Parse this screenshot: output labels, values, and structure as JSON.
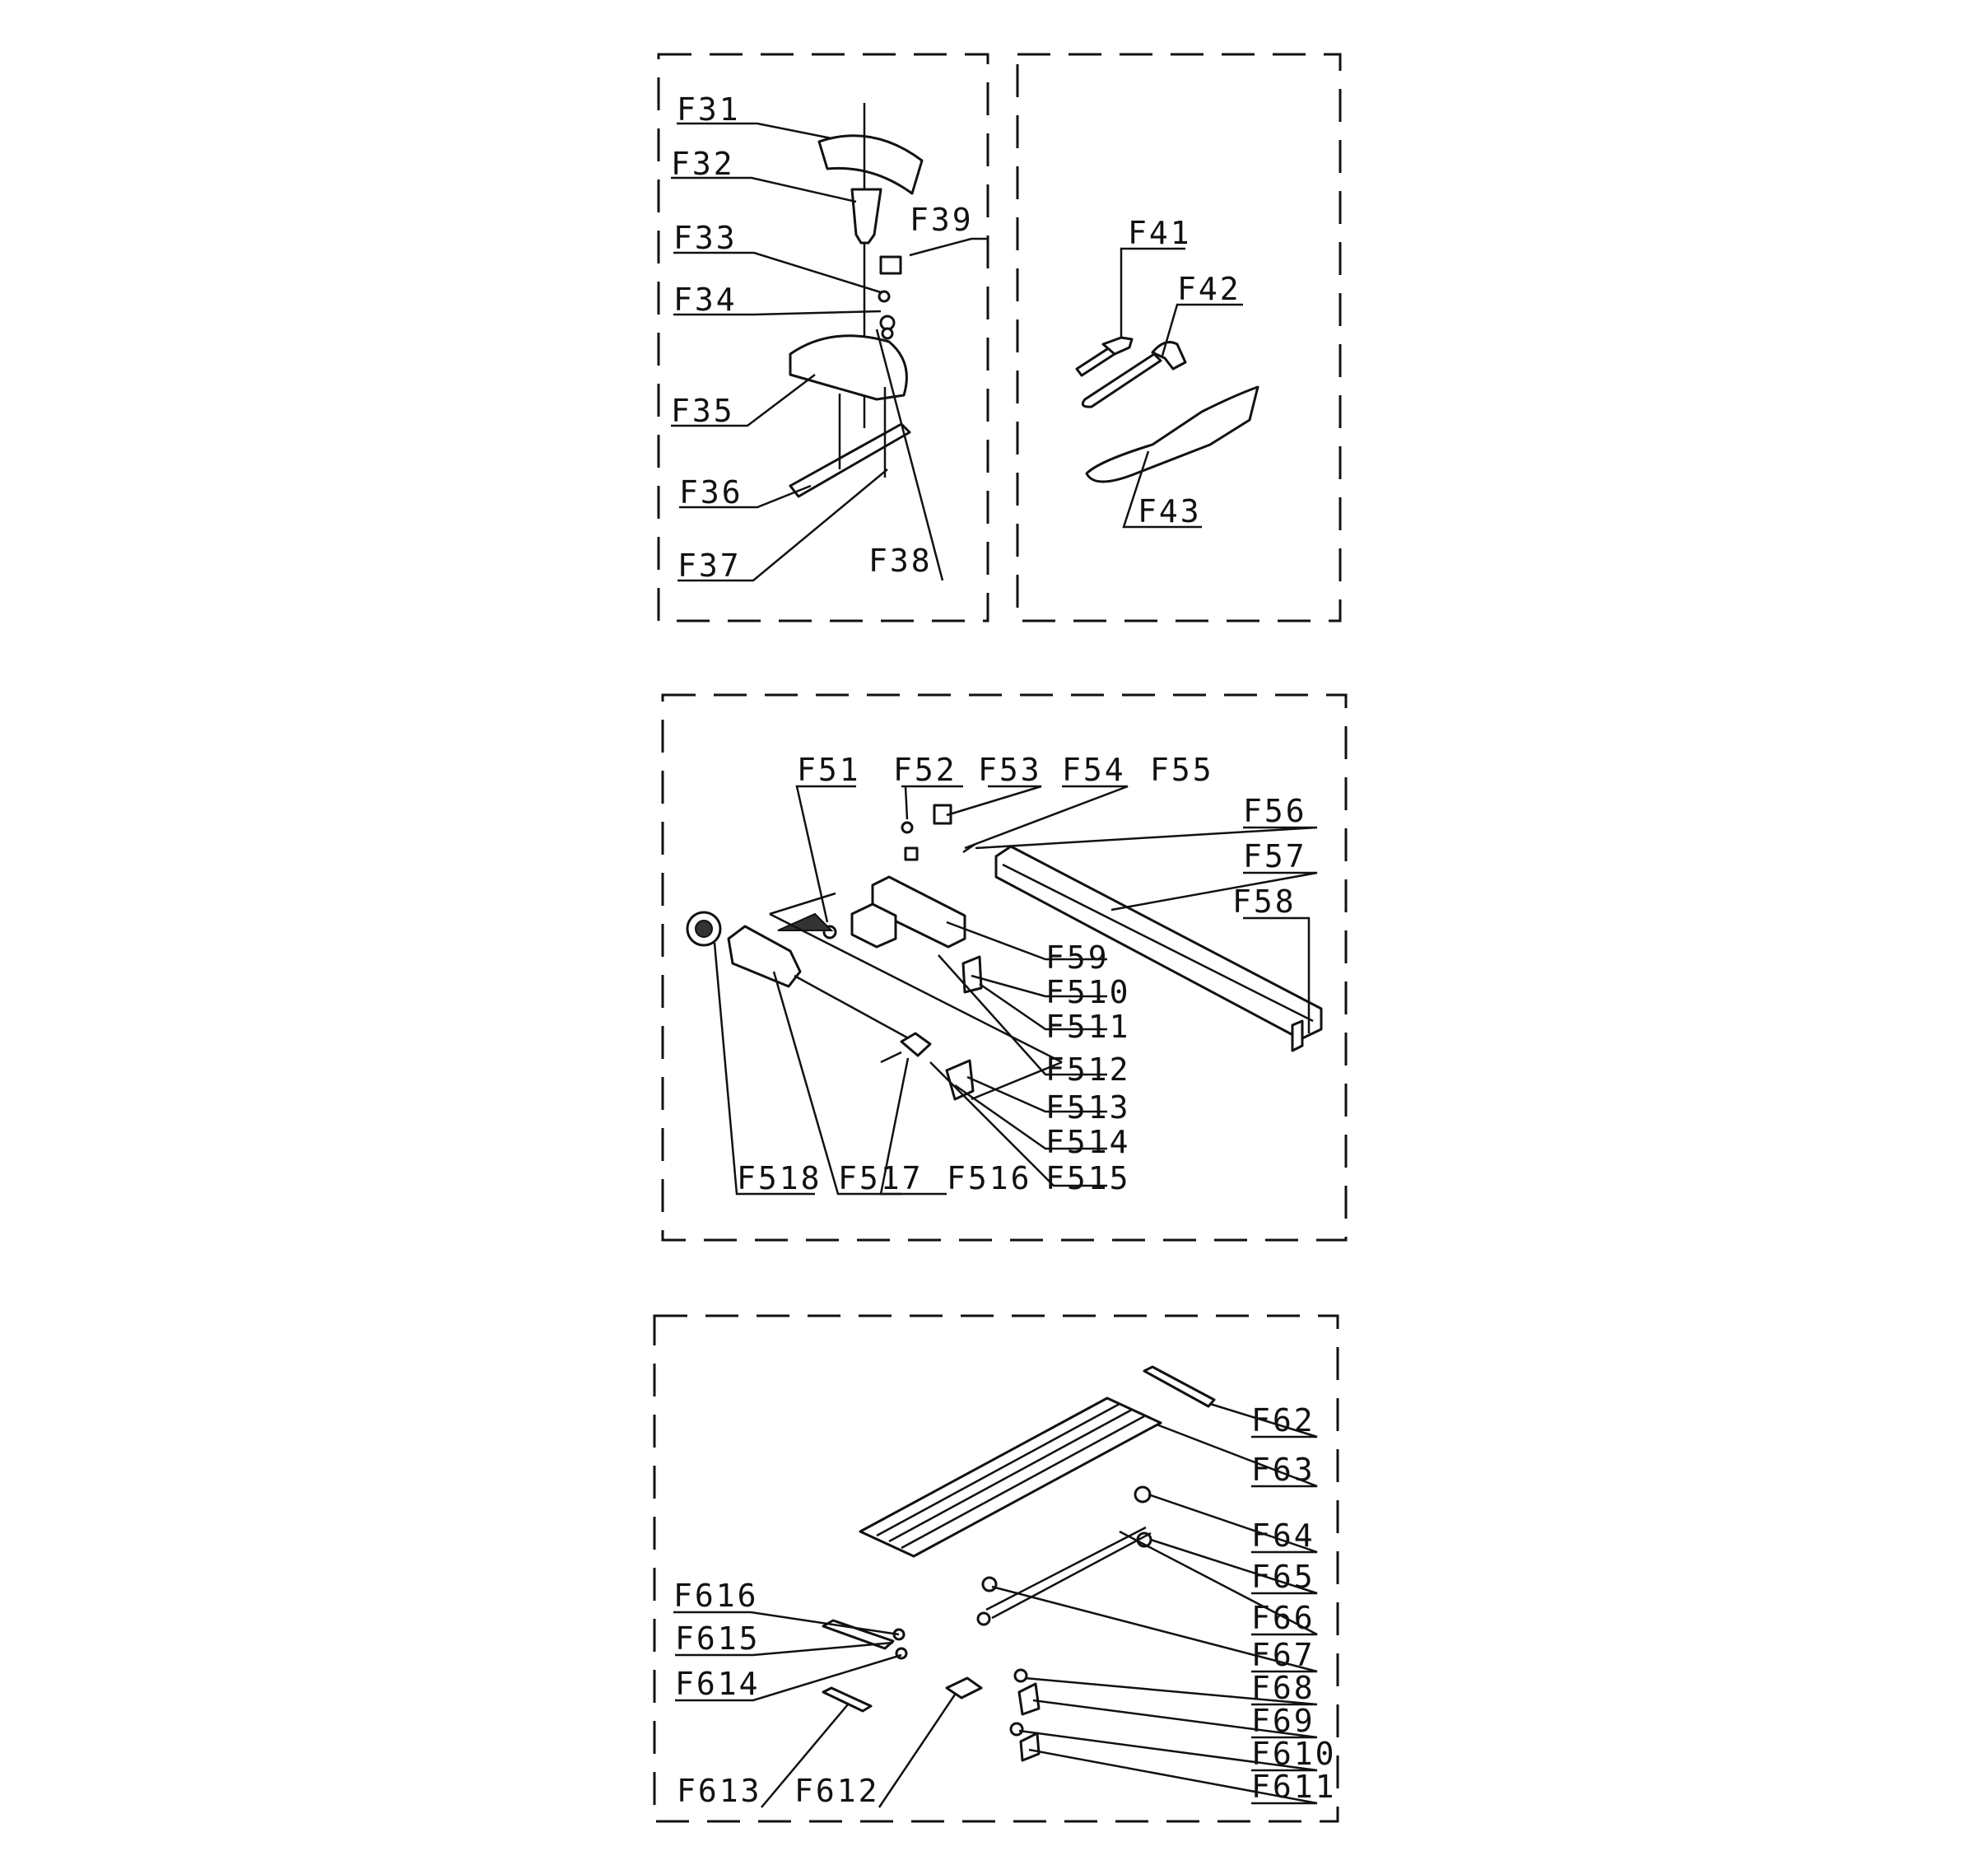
{
  "sections": [
    {
      "id": "F3",
      "labels": [
        "F31",
        "F32",
        "F33",
        "F34",
        "F35",
        "F36",
        "F37",
        "F38",
        "F39"
      ]
    },
    {
      "id": "F4",
      "labels": [
        "F41",
        "F42",
        "F43"
      ]
    },
    {
      "id": "F5",
      "labels": [
        "F51",
        "F52",
        "F53",
        "F54",
        "F55",
        "F56",
        "F57",
        "F58",
        "F59",
        "F510",
        "F511",
        "F512",
        "F513",
        "F514",
        "F515",
        "F516",
        "F517",
        "F518"
      ]
    },
    {
      "id": "F6",
      "labels": [
        "F62",
        "F63",
        "F64",
        "F65",
        "F66",
        "F67",
        "F68",
        "F69",
        "F610",
        "F611",
        "F612",
        "F613",
        "F614",
        "F615",
        "F616"
      ]
    }
  ]
}
